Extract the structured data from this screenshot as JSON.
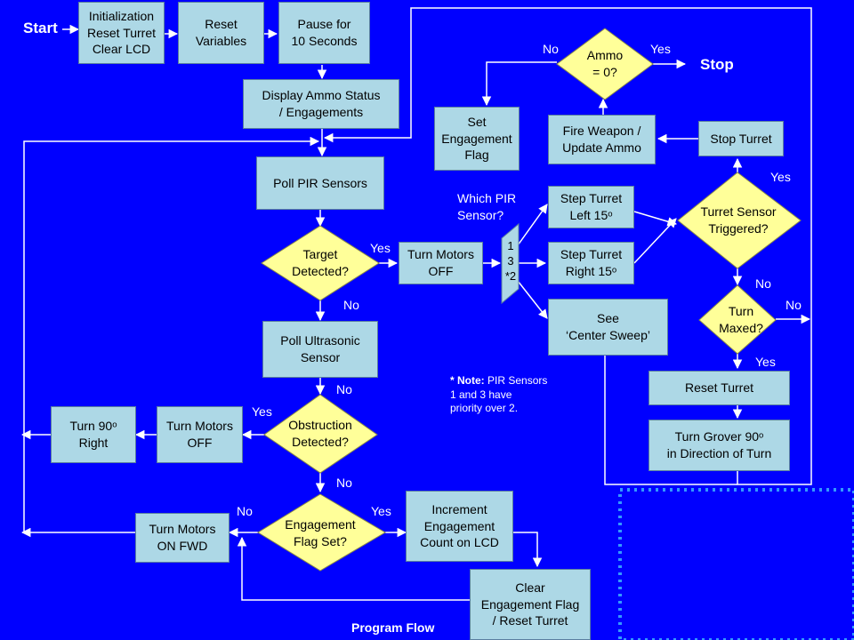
{
  "start_label": "Start",
  "stop_label": "Stop",
  "footer": "Program Flow",
  "boxes": {
    "init": "Initialization\nReset Turret\nClear LCD",
    "reset_vars": "Reset\nVariables",
    "pause": "Pause for\n10 Seconds",
    "display": "Display Ammo Status\n/ Engagements",
    "poll_pir": "Poll PIR Sensors",
    "motors_off_1": "Turn Motors\nOFF",
    "poll_us": "Poll Ultrasonic\nSensor",
    "motors_off_2": "Turn Motors\nOFF",
    "turn90": "Turn 90ᵒ\nRight",
    "motors_on": "Turn Motors\nON FWD",
    "increment": "Increment\nEngagement\nCount on LCD",
    "clear_flag": "Clear\nEngagement Flag\n/ Reset Turret",
    "set_flag": "Set\nEngagement\nFlag",
    "fire": "Fire Weapon /\nUpdate Ammo",
    "stop_turret": "Stop Turret",
    "step_left": "Step Turret\nLeft 15ᵒ",
    "step_right": "Step Turret\nRight 15ᵒ",
    "see_center": "See\n‘Center Sweep’",
    "reset_turret": "Reset Turret",
    "turn_grover": "Turn Grover 90ᵒ\nin Direction of Turn"
  },
  "decisions": {
    "target": "Target\nDetected?",
    "obstruction": "Obstruction\nDetected?",
    "flag_set": "Engagement\nFlag Set?",
    "ammo": "Ammo\n= 0?",
    "turret_sensor": "Turret Sensor\nTriggered?",
    "turn_maxed": "Turn\nMaxed?"
  },
  "mux_label": "1\n3\n*2",
  "labels": {
    "target_yes": "Yes",
    "target_no": "No",
    "obstruction_yes": "Yes",
    "obstruction_no_top": "No",
    "obstruction_no": "No",
    "flag_no": "No",
    "flag_yes": "Yes",
    "ammo_no": "No",
    "ammo_yes": "Yes",
    "sensor_yes": "Yes",
    "sensor_no": "No",
    "maxed_no": "No",
    "maxed_yes": "Yes",
    "which_pir": "Which PIR\nSensor?"
  },
  "note": {
    "bold": "* Note:",
    "text": " PIR Sensors\n1 and 3 have\npriority over 2."
  },
  "colors": {
    "background": "#0000ff",
    "box_fill": "#add8e6",
    "decision_fill": "#ffff99",
    "line": "#ffffff",
    "dotted_frame": "#3399ff"
  }
}
